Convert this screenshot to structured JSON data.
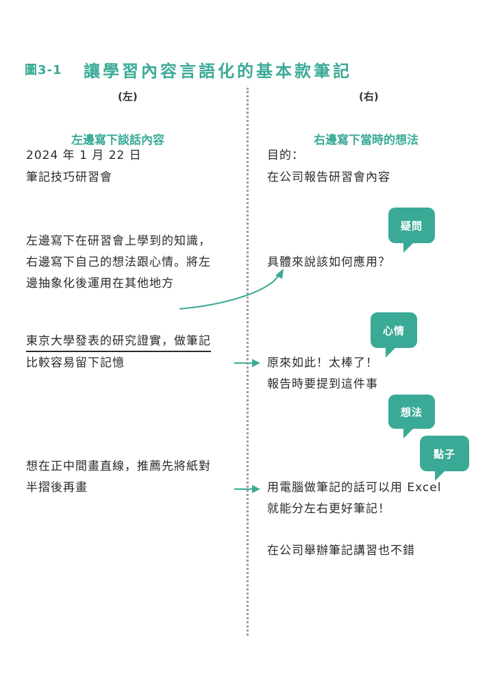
{
  "figure": {
    "label": "圖3-1",
    "title": "讓學習內容言語化的基本款筆記"
  },
  "columns": {
    "left": {
      "header": "(左)",
      "subheading": "左邊寫下談話內容"
    },
    "right": {
      "header": "(右)",
      "subheading": "右邊寫下當時的想法"
    }
  },
  "left_notes": {
    "date": "2024 年 1 月 22 日",
    "event": "筆記技巧研習會",
    "block1": [
      "左邊寫下在研習會上學到的知識，",
      "右邊寫下自己的想法跟心情。將左",
      "邊抽象化後運用在其他地方"
    ],
    "block2": [
      "東京大學發表的研究證實，做筆記",
      "比較容易留下記憶"
    ],
    "block3": [
      "想在正中間畫直線，推薦先將紙對",
      "半摺後再畫"
    ]
  },
  "right_notes": {
    "purpose_label": "目的：",
    "purpose": "在公司報告研習會內容",
    "q1": "具體來說該如何應用？",
    "feel": [
      "原來如此！太棒了！",
      "報告時要提到這件事"
    ],
    "idea": [
      "用電腦做筆記的話可以用 Excel",
      "就能分左右更好筆記！"
    ],
    "extra": "在公司舉辦筆記講習也不錯"
  },
  "bubbles": {
    "question": "疑問",
    "feeling": "心情",
    "thought": "想法",
    "idea": "點子"
  },
  "colors": {
    "accent": "#3aaa96",
    "text": "#2a2a2a",
    "divider": "#9a9a9a"
  }
}
